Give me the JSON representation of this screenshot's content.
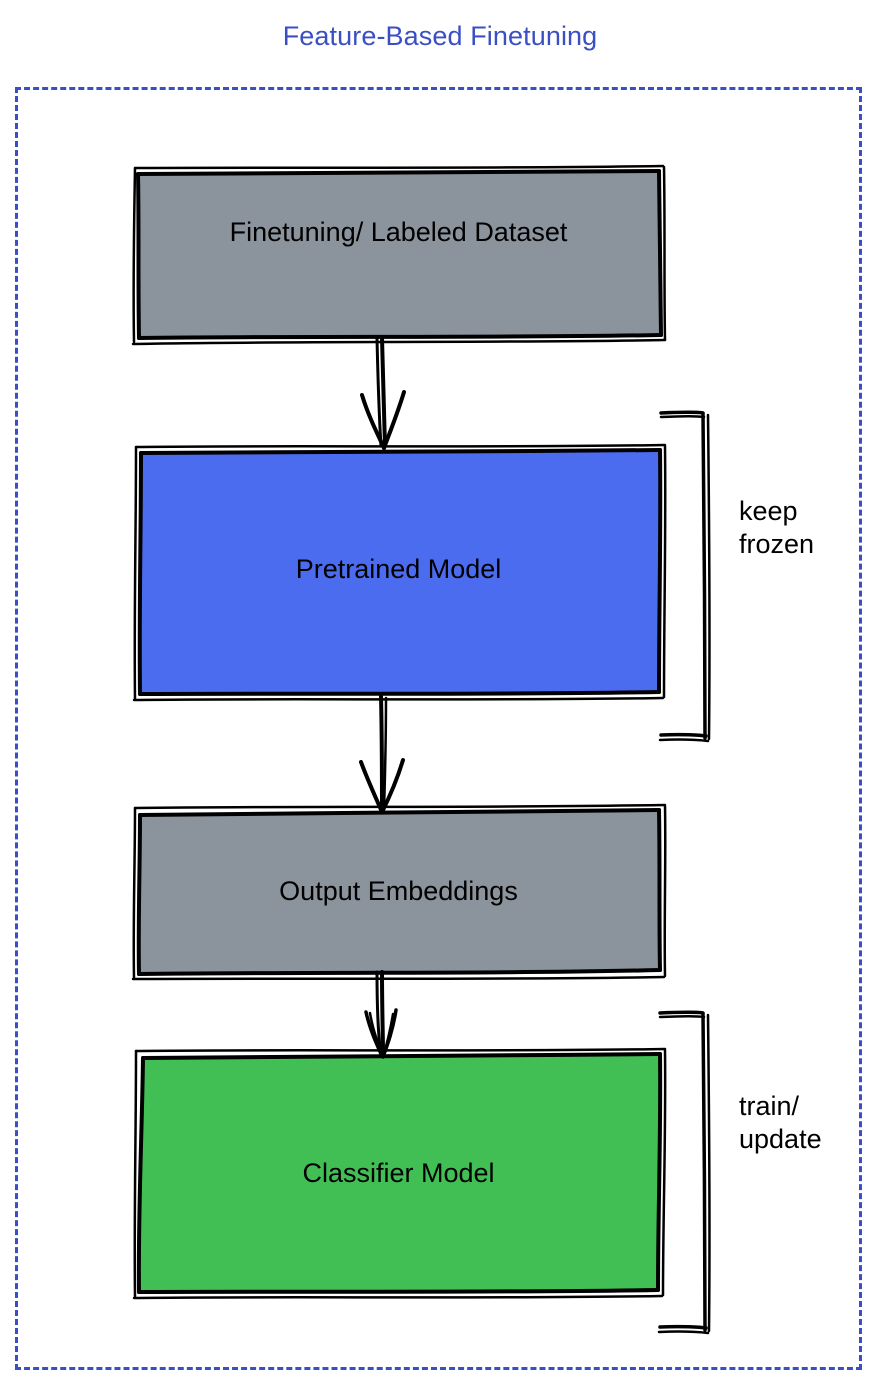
{
  "diagram": {
    "title": "Feature-Based Finetuning",
    "title_color": "#3b4fc4",
    "frame": {
      "style": "dashed",
      "color": "#3b4fc4"
    },
    "nodes": [
      {
        "id": "dataset",
        "label": "Finetuning/ Labeled Dataset",
        "fill": "#8b939c",
        "stroke": "#000000",
        "shape": "sketchy-rectangle"
      },
      {
        "id": "pretrained",
        "label": "Pretrained Model",
        "fill": "#4c6cf0",
        "stroke": "#000000",
        "shape": "sketchy-rectangle"
      },
      {
        "id": "embeddings",
        "label": "Output Embeddings",
        "fill": "#8b939c",
        "stroke": "#000000",
        "shape": "sketchy-rectangle"
      },
      {
        "id": "classifier",
        "label": "Classifier Model",
        "fill": "#42bf54",
        "stroke": "#000000",
        "shape": "sketchy-rectangle"
      }
    ],
    "edges": [
      {
        "from": "dataset",
        "to": "pretrained",
        "style": "sketchy-arrow"
      },
      {
        "from": "pretrained",
        "to": "embeddings",
        "style": "sketchy-arrow"
      },
      {
        "from": "embeddings",
        "to": "classifier",
        "style": "sketchy-arrow"
      }
    ],
    "annotations": [
      {
        "id": "keep-frozen",
        "text": "keep\nfrozen",
        "target": "pretrained",
        "bracket": "right"
      },
      {
        "id": "train-update",
        "text": "train/\nupdate",
        "target": "classifier",
        "bracket": "right"
      }
    ]
  }
}
